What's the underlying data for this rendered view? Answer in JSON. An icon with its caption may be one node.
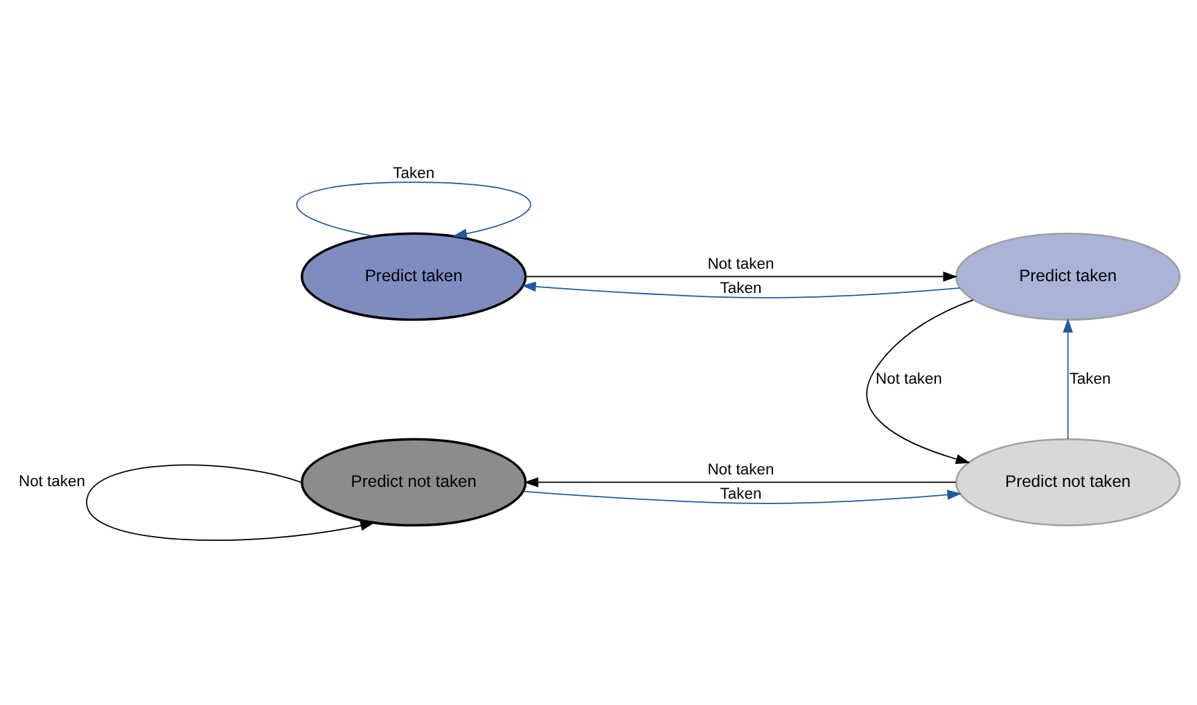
{
  "diagram": {
    "nodes": [
      {
        "text": [
          "Predict taken"
        ]
      },
      {
        "text": [
          "Predict taken"
        ]
      },
      {
        "text": [
          "Predict not taken"
        ]
      },
      {
        "text": [
          "Predict not taken"
        ]
      }
    ],
    "edges": [
      {
        "from": 0,
        "to": 0,
        "arrow": "to",
        "label": "Taken",
        "color": "#1f5a9e"
      },
      {
        "from": 0,
        "to": 1,
        "arrow": "to",
        "label": "Not taken",
        "color": "#000000"
      },
      {
        "from": 1,
        "to": 0,
        "arrow": "to",
        "label": "Taken",
        "color": "#1f5a9e"
      },
      {
        "from": 1,
        "to": 3,
        "arrow": "to",
        "label": "Not taken",
        "color": "#000000"
      },
      {
        "from": 3,
        "to": 1,
        "arrow": "to",
        "label": "Taken",
        "color": "#1f5a9e"
      },
      {
        "from": 3,
        "to": 2,
        "arrow": "to",
        "label": "Not taken",
        "color": "#000000"
      },
      {
        "from": 2,
        "to": 3,
        "arrow": "to",
        "label": "Taken",
        "color": "#1f5a9e"
      },
      {
        "from": 2,
        "to": 2,
        "arrow": "to",
        "label": "Not taken",
        "color": "#000000"
      }
    ]
  }
}
